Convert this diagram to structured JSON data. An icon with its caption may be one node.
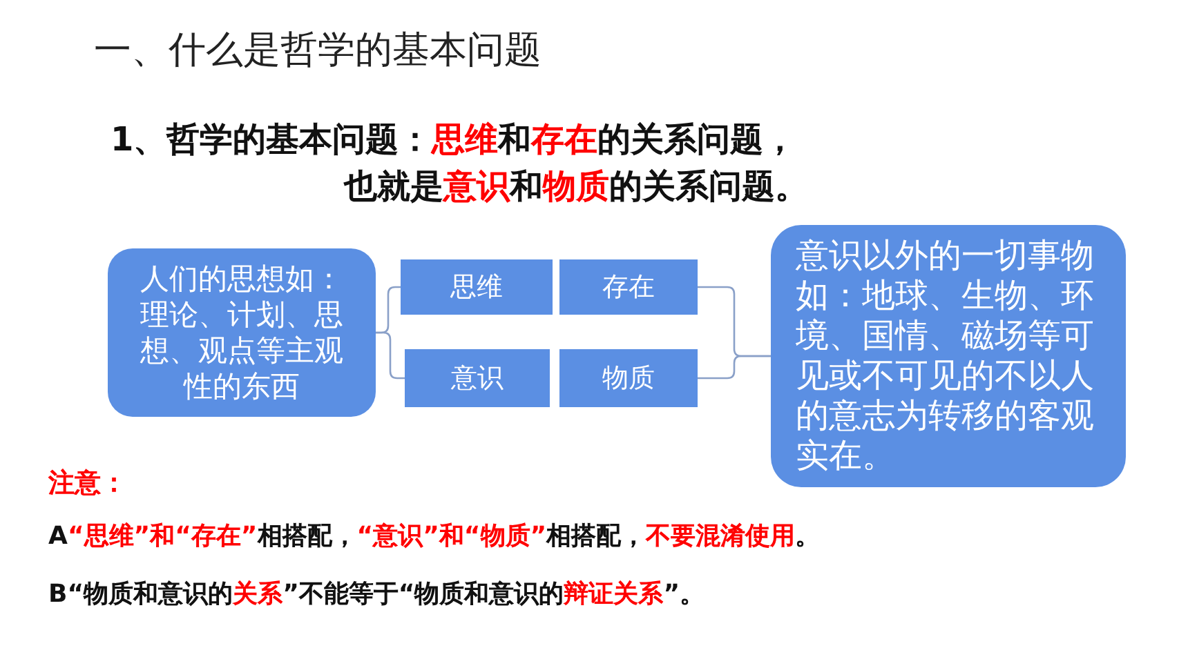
{
  "diagram": {
    "title": "一、什么是哲学的基本问题",
    "nodes": [
      {
        "text": [
          "人们的思想如：理论、计划、思想、观点等主观性的东西"
        ]
      },
      {
        "text": [
          "思维"
        ]
      },
      {
        "text": [
          "存在"
        ]
      },
      {
        "text": [
          "意识"
        ]
      },
      {
        "text": [
          "物质"
        ]
      },
      {
        "text": [
          "意识以外的一切事物如：地球、生物、环境、国情、磁场等可见或不可见的不以人的意志为转移的客观实在。"
        ]
      }
    ],
    "edges": [
      {
        "from": 0,
        "to": 1,
        "arrow": "none"
      },
      {
        "from": 0,
        "to": 3,
        "arrow": "none"
      },
      {
        "from": 2,
        "to": 5,
        "arrow": "none"
      },
      {
        "from": 4,
        "to": 5,
        "arrow": "none"
      }
    ],
    "labels": [
      "1、哲学的基本问题：**思维**和**存在**的关系问题，也就是**意识**和**物质**的关系问题。",
      "注意：",
      "A**“思维”和“存在”**相搭配，**“意识”和“物质”**相搭配，**不要混淆使用**。",
      "B“物质和意识的**关系**”不能等于“物质和意识的**辩证关系**”。"
    ]
  }
}
